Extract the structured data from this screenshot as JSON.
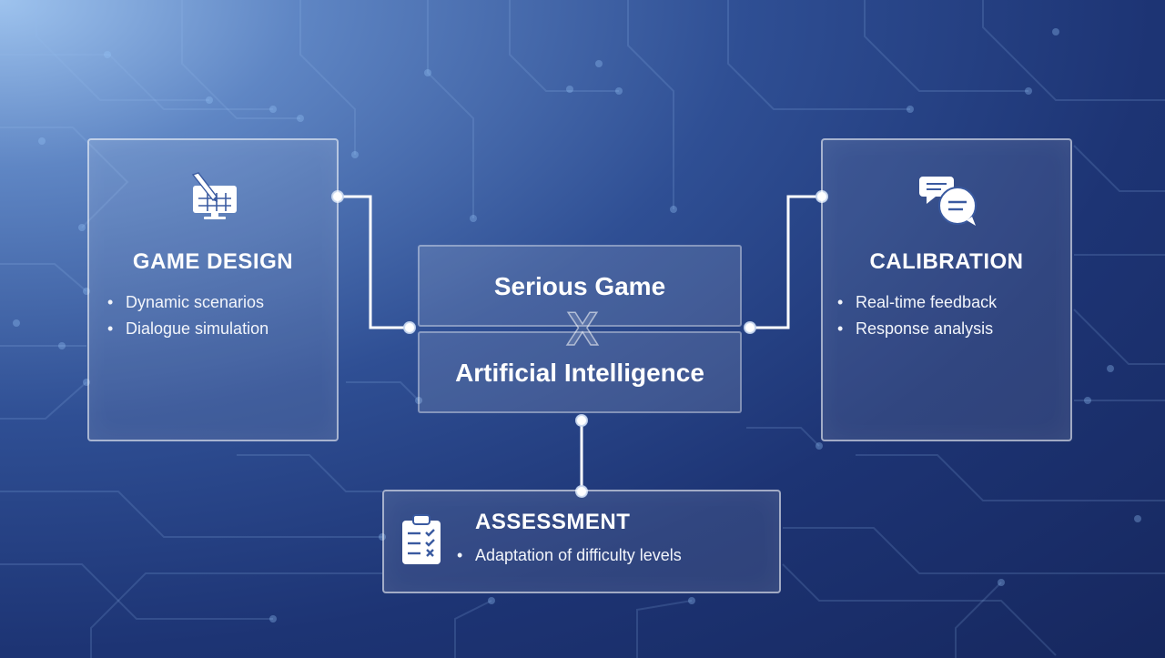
{
  "game_design": {
    "title": "GAME DESIGN",
    "items": [
      "Dynamic scenarios",
      "Dialogue simulation"
    ],
    "icon": "monitor-design-icon"
  },
  "calibration": {
    "title": "CALIBRATION",
    "items": [
      "Real-time feedback",
      "Response analysis"
    ],
    "icon": "chat-bubbles-icon"
  },
  "center": {
    "top": "Serious Game",
    "bottom": "Artificial Intelligence",
    "joiner": "X"
  },
  "assessment": {
    "title": "ASSESSMENT",
    "items": [
      "Adaptation of difficulty levels"
    ],
    "icon": "clipboard-checklist-icon"
  },
  "bullet_char": "•",
  "colors": {
    "background_dark": "#16275e",
    "background_light": "#9ec3ee",
    "panel_border": "#ffffff",
    "connector": "#ffffff"
  }
}
